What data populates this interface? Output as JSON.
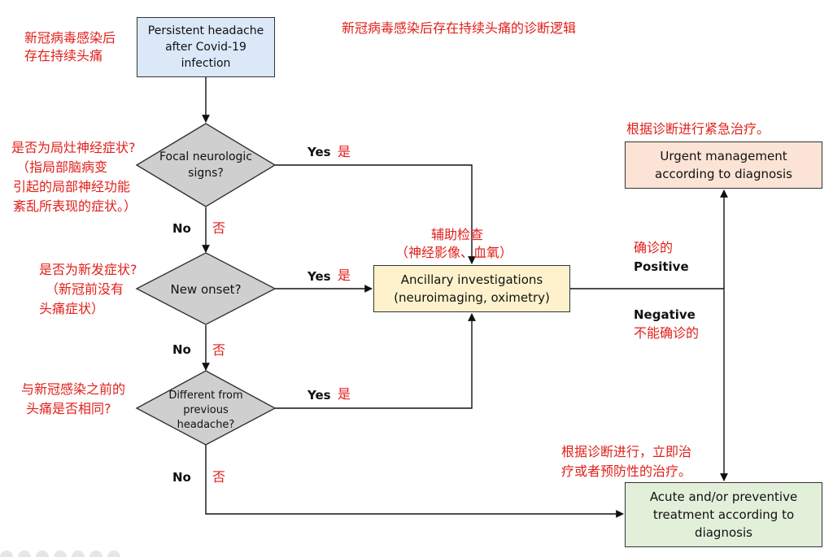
{
  "title": "新冠病毒感染后存在持续头痛的诊断逻辑",
  "start": {
    "lines": [
      "Persistent headache",
      "after Covid-19",
      "infection"
    ],
    "cn_lines": [
      "新冠病毒感染后",
      "存在持续头痛"
    ]
  },
  "q1": {
    "lines": [
      "Focal neurologic",
      "signs?"
    ],
    "cn_lines": [
      "是否为局灶神经症状?",
      "（指局部脑病变",
      "引起的局部神经功能",
      "紊乱所表现的症状。）"
    ]
  },
  "q2": {
    "lines": [
      "New onset?"
    ],
    "cn_lines": [
      "是否为新发症状?",
      "（新冠前没有",
      "头痛症状）"
    ]
  },
  "q3": {
    "lines": [
      "Different from",
      "previous",
      "headache?"
    ],
    "cn_lines": [
      "与新冠感染之前的",
      "头痛是否相同?"
    ]
  },
  "ancillary": {
    "lines": [
      "Ancillary investigations",
      "(neuroimaging, oximetry)"
    ],
    "cn_lines": [
      "辅助检查",
      "（神经影像、血氧）"
    ]
  },
  "urgent": {
    "lines": [
      "Urgent management",
      "according to diagnosis"
    ],
    "cn": "根据诊断进行紧急治疗。"
  },
  "acute": {
    "lines": [
      "Acute and/or preventive",
      "treatment according to",
      "diagnosis"
    ],
    "cn_lines": [
      "根据诊断进行，立即治",
      "疗或者预防性的治疗。"
    ]
  },
  "labels": {
    "yes": "Yes",
    "yes_cn": "是",
    "no": "No",
    "no_cn": "否",
    "positive": "Positive",
    "positive_cn": "确诊的",
    "negative": "Negative",
    "negative_cn": "不能确诊的"
  }
}
